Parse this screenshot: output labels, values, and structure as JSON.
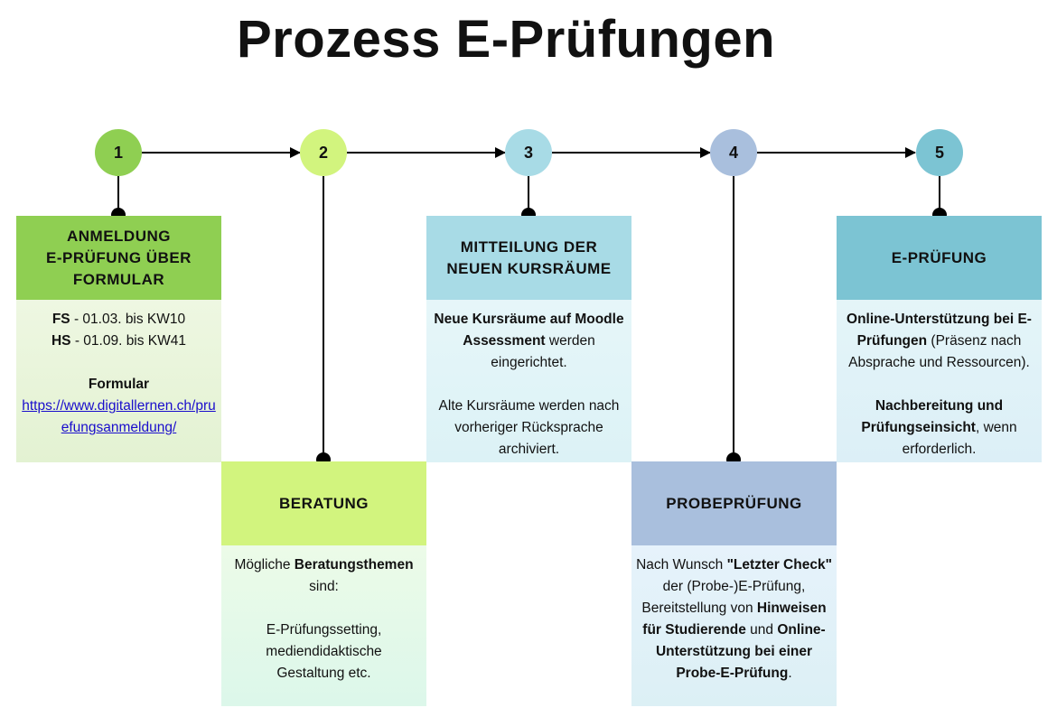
{
  "title": "Prozess E-Prüfungen",
  "colors": {
    "step1": "#8fcf52",
    "step2": "#d2f47e",
    "step3": "#a8dbe6",
    "step4": "#a9bfdd",
    "step5": "#7cc4d3",
    "body_green": "#e7f4d6",
    "body_mint": "#e1f9ea",
    "body_cyan": "#e1f5f8",
    "body_blue": "#e3f0fa"
  },
  "steps": [
    {
      "number": "1",
      "heading": "ANMELDUNG\nE-PRÜFUNG ÜBER\nFORMULAR",
      "fs_label": "FS",
      "fs_text": " - 01.03. bis KW10",
      "hs_label": "HS",
      "hs_text": " - 01.09. bis KW41",
      "formular_label": "Formular",
      "link": "https://www.digitallernen.ch/pruefungsanmeldung/"
    },
    {
      "number": "2",
      "heading": "BERATUNG",
      "text_a": "Mögliche ",
      "text_b": "Beratungsthemen",
      "text_c": " sind:",
      "text_d": "E-Prüfungssetting, mediendidaktische Gestaltung etc."
    },
    {
      "number": "3",
      "heading": "MITTEILUNG DER\nNEUEN KURSRÄUME",
      "text_a": "Neue Kursräume auf Moodle Assessment",
      "text_b": " werden eingerichtet.",
      "text_c": "Alte Kursräume werden nach vorheriger Rücksprache archiviert."
    },
    {
      "number": "4",
      "heading": "PROBEPRÜFUNG",
      "text_a": "Nach Wunsch ",
      "text_b": "\"Letzter Check\"",
      "text_c": " der (Probe-)E-Prüfung, Bereitstellung von ",
      "text_d": "Hinweisen für Studierende",
      "text_e": " und ",
      "text_f": "Online-Unterstützung bei einer Probe-E-Prüfung",
      "text_g": "."
    },
    {
      "number": "5",
      "heading": "E-PRÜFUNG",
      "text_a": "Online-Unterstützung bei E-Prüfungen",
      "text_b": " (Präsenz nach Absprache und Ressourcen).",
      "text_c": "Nachbereitung und Prüfungseinsicht",
      "text_d": ", wenn erforderlich."
    }
  ]
}
